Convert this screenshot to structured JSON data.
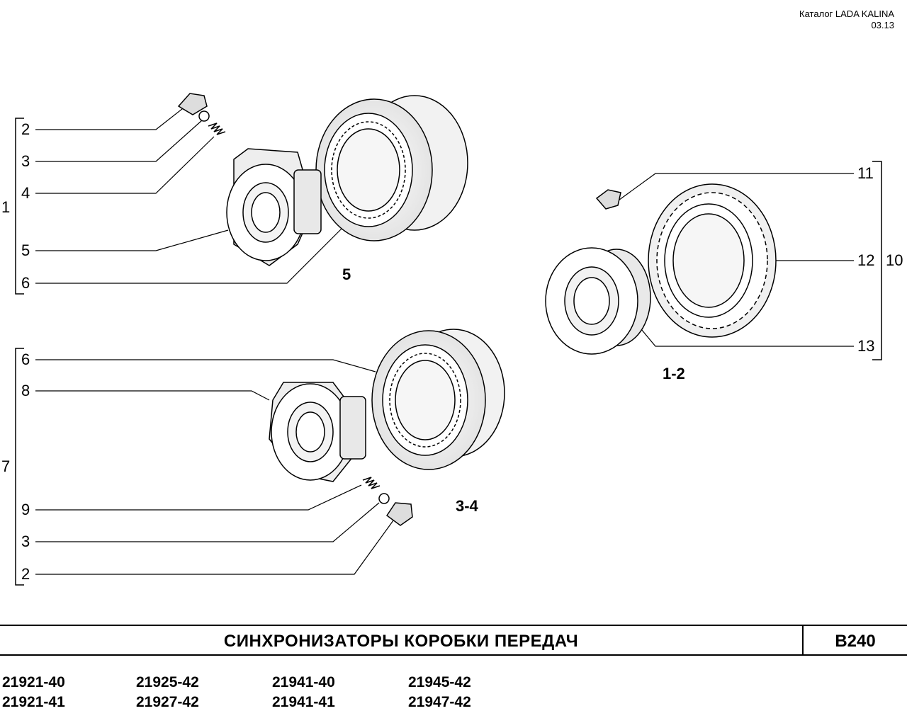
{
  "header": {
    "catalog": "Каталог LADA KALINA",
    "date": "03.13"
  },
  "callouts": {
    "n1": "1",
    "n2a": "2",
    "n3a": "3",
    "n4": "4",
    "n5": "5",
    "n6a": "6",
    "n6b": "6",
    "n8": "8",
    "n7": "7",
    "n9": "9",
    "n3b": "3",
    "n2b": "2",
    "n11": "11",
    "n12": "12",
    "n13": "13",
    "n10": "10"
  },
  "groups": {
    "g5": "5",
    "g34": "3-4",
    "g12": "1-2"
  },
  "footer": {
    "title": "СИНХРОНИЗАТОРЫ  КОРОБКИ  ПЕРЕДАЧ",
    "code": "B240",
    "models": [
      "21921-40",
      "21921-41",
      "21925-42",
      "21927-42",
      "21941-40",
      "21941-41",
      "21945-42",
      "21947-42"
    ]
  }
}
